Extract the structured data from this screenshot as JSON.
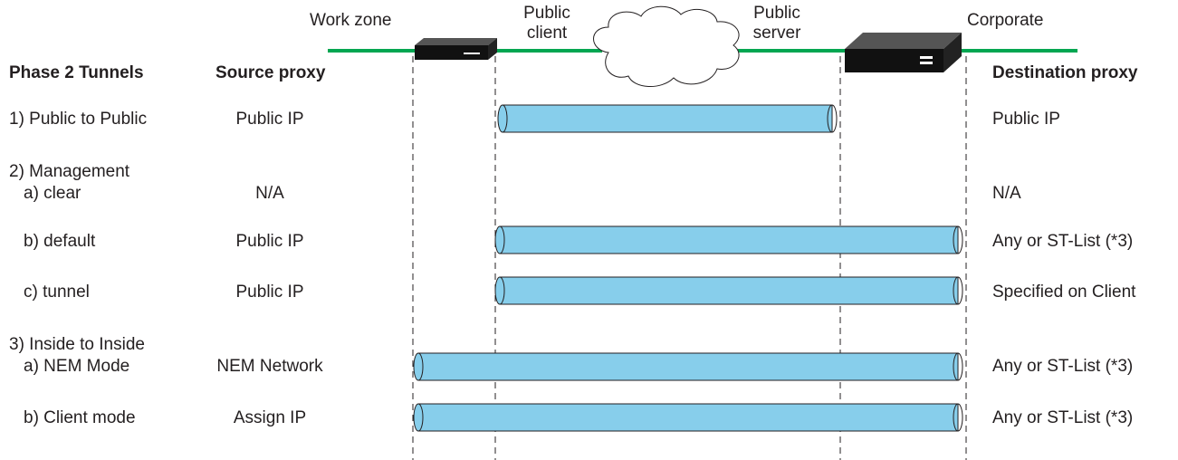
{
  "zones": {
    "work_zone": "Work zone",
    "public_client": [
      "Public",
      "client"
    ],
    "public_server": [
      "Public",
      "server"
    ],
    "corporate": "Corporate"
  },
  "headers": {
    "phase2": "Phase 2 Tunnels",
    "source_proxy": "Source proxy",
    "destination_proxy": "Destination proxy"
  },
  "rows": {
    "public_to_public": {
      "label": "1) Public to Public",
      "source": "Public IP",
      "destination": "Public IP"
    },
    "management": {
      "label": "2) Management"
    },
    "clear": {
      "label": "a) clear",
      "source": "N/A",
      "destination": "N/A"
    },
    "default": {
      "label": "b) default",
      "source": "Public IP",
      "destination": "Any or ST-List (*3)"
    },
    "tunnel": {
      "label": "c) tunnel",
      "source": "Public IP",
      "destination": "Specified on Client"
    },
    "inside_to_inside": {
      "label": "3) Inside to Inside"
    },
    "nem_mode": {
      "label": "a) NEM Mode",
      "source": "NEM Network",
      "destination": "Any or ST-List (*3)"
    },
    "client_mode": {
      "label": "b) Client mode",
      "source": "Assign IP",
      "destination": "Any or ST-List (*3)"
    }
  },
  "colors": {
    "network_line": "#00a651",
    "tunnel_fill": "#87ceeb",
    "device": "#111111",
    "text": "#231f20"
  },
  "icons": [
    "client-device-icon",
    "server-device-icon",
    "internet-cloud-icon"
  ]
}
